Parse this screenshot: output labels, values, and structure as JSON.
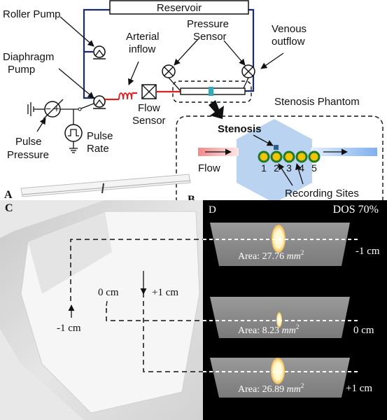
{
  "schematic": {
    "reservoir": "Reservoir",
    "roller_pump": "Roller Pump",
    "diaphragm_pump_l1": "Diaphragm",
    "diaphragm_pump_l2": "Pump",
    "arterial_inflow_l1": "Arterial",
    "arterial_inflow_l2": "inflow",
    "pressure_sensor_l1": "Pressure",
    "pressure_sensor_l2": "Sensor",
    "venous_outflow_l1": "Venous",
    "venous_outflow_l2": "outflow",
    "flow_sensor_l1": "Flow",
    "flow_sensor_l2": "Sensor",
    "pulse_pressure_l1": "Pulse",
    "pulse_pressure_l2": "Pressure",
    "pulse_rate_l1": "Pulse",
    "pulse_rate_l2": "Rate",
    "panel_a": "A"
  },
  "phantom": {
    "title": "Stenosis Phantom",
    "stenosis": "Stenosis",
    "flow": "Flow",
    "sites": [
      "1",
      "2",
      "3",
      "4",
      "5"
    ],
    "recording_sites": "Recording Sites",
    "panel_b": "B"
  },
  "photo": {
    "panel_c": "C",
    "label_0": "0 cm",
    "label_p1": "+1 cm",
    "label_m1": "-1 cm"
  },
  "imaging": {
    "panel_d": "D",
    "dos": "DOS 70%",
    "slices": [
      {
        "area_prefix": "Area: ",
        "area_value": "27.76",
        "unit": "mm",
        "sup": "2",
        "pos": "-1 cm"
      },
      {
        "area_prefix": "Area: ",
        "area_value": "8.23",
        "unit": "mm",
        "sup": "2",
        "pos": "0 cm"
      },
      {
        "area_prefix": "Area: ",
        "area_value": "26.89",
        "unit": "mm",
        "sup": "2",
        "pos": "+1 cm"
      }
    ]
  }
}
